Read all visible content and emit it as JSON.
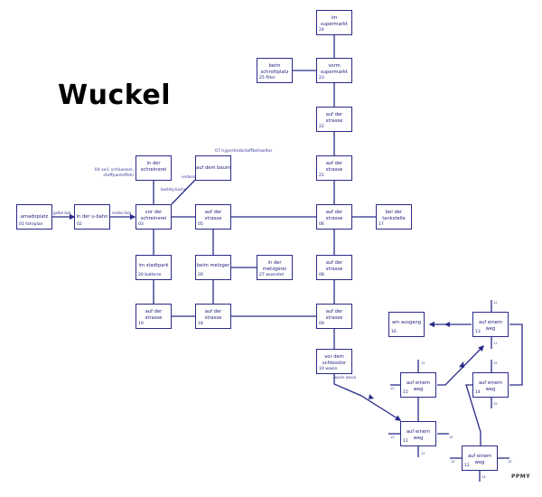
{
  "title": "Wuckel",
  "signature": "PPMY",
  "colors": {
    "line": "#2b2b8a",
    "text": "#1c1c7a"
  },
  "nodes": [
    {
      "id": "amadoplatz",
      "label": "amadoplatz",
      "num": "01 fahrplan"
    },
    {
      "id": "ubahn",
      "label": "in der u-bahn",
      "num": "02"
    },
    {
      "id": "vor-schreinerei",
      "label": "vor der\nschreinerei",
      "num": "03"
    },
    {
      "id": "in-schreinerei",
      "label": "in der\nschreinerei",
      "num": ""
    },
    {
      "id": "baum",
      "label": "auf dem baum",
      "num": ""
    },
    {
      "id": "strasse05",
      "label": "auf der\nstrasse",
      "num": "05"
    },
    {
      "id": "strasse06",
      "label": "auf der\nstrasse",
      "num": "06"
    },
    {
      "id": "tankstelle",
      "label": "bei der\ntankstelle",
      "num": "17"
    },
    {
      "id": "strasse21",
      "label": "auf der\nstrasse",
      "num": "21"
    },
    {
      "id": "strasse22",
      "label": "auf der\nstrasse",
      "num": "22"
    },
    {
      "id": "vorm-supermarkt",
      "label": "vorm\nsupermarkt",
      "num": "23"
    },
    {
      "id": "im-supermarkt",
      "label": "im\nsupermarkt",
      "num": "24"
    },
    {
      "id": "schrottplatz",
      "label": "beim\nschrottplatz",
      "num": "25 filter"
    },
    {
      "id": "stadtpark",
      "label": "im stadtpark",
      "num": "20 batterie"
    },
    {
      "id": "metzger",
      "label": "beim metzger",
      "num": "26"
    },
    {
      "id": "in-metzgerei",
      "label": "in der\nmetzgerei",
      "num": "27 wuerstel"
    },
    {
      "id": "strasse19",
      "label": "auf der\nstrasse",
      "num": "19"
    },
    {
      "id": "strasse18",
      "label": "auf der\nstrasse",
      "num": "18"
    },
    {
      "id": "strasse08",
      "label": "auf der\nstrasse",
      "num": "08"
    },
    {
      "id": "strasse09",
      "label": "auf der\nstrasse",
      "num": "09"
    },
    {
      "id": "schlosstor",
      "label": "vor dem\nschlosstor",
      "num": "10 wasin"
    },
    {
      "id": "ausgang",
      "label": "am ausgang",
      "num": "16"
    },
    {
      "id": "weg13",
      "label": "auf einem weg",
      "num": "13"
    },
    {
      "id": "weg15",
      "label": "auf einem weg",
      "num": "15"
    },
    {
      "id": "weg14",
      "label": "auf einem weg",
      "num": "14"
    },
    {
      "id": "weg11",
      "label": "auf einem weg",
      "num": "11"
    },
    {
      "id": "weg12",
      "label": "auf einem weg",
      "num": "12"
    }
  ],
  "edge_labels": {
    "amado_ubahn": "gelbe bzg",
    "ubahn_schreinerei": "vorbei bzg",
    "schreinerei_baum": "bastelg buche",
    "baum_side": "verbose",
    "schlosstor_out": "wasin wasin"
  },
  "annotations": {
    "schreinerei_items": "04 seil, schluessel,\nstoffpantoffeln",
    "baum_item": "07 hypertreibstoffbehaelter"
  },
  "stubs": {
    "weg13_top": "12",
    "weg13_bottom": "11",
    "weg15_top": "12",
    "weg15_left": "12",
    "weg14_top": "15",
    "weg14_bottom": "15",
    "weg11_left": "12",
    "weg11_right": "15",
    "weg11_bottom": "12",
    "weg12_left": "15",
    "weg12_right": "15",
    "weg12_bottom": "14"
  }
}
